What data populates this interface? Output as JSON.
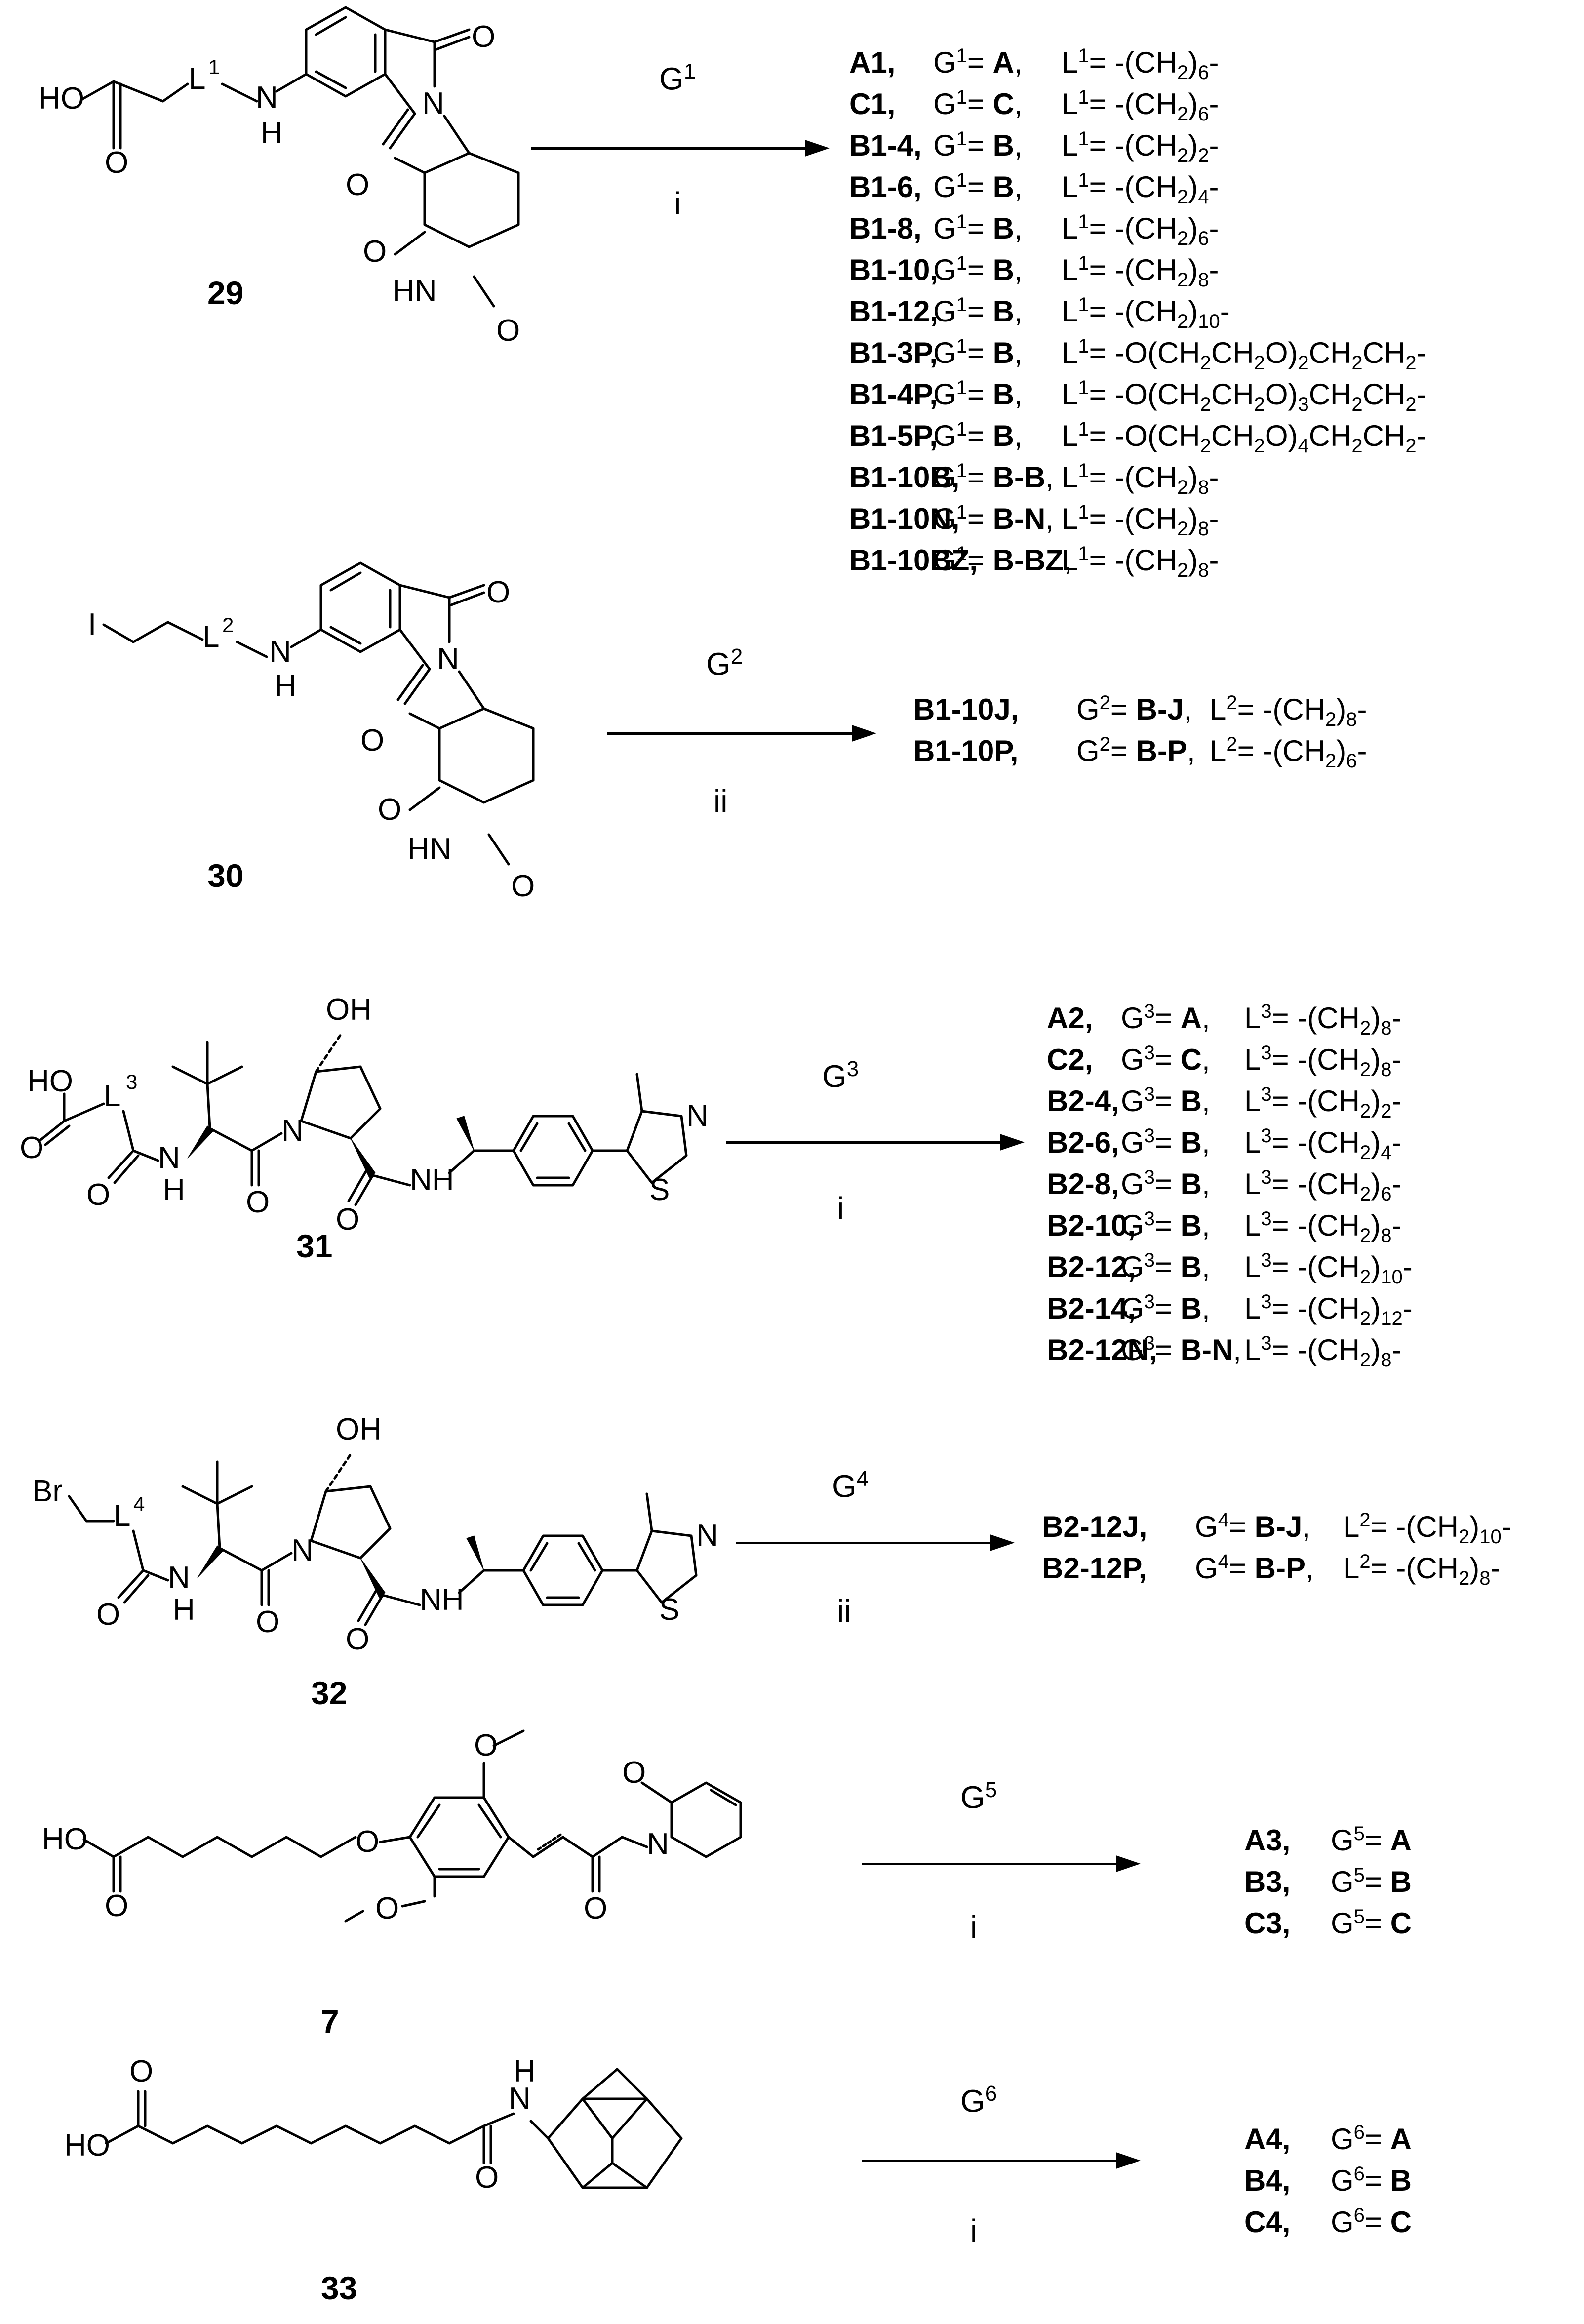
{
  "scheme": {
    "atoms": {
      "HO": "HO",
      "O": "O",
      "N": "N",
      "NH": "NH",
      "HN": "HN",
      "H": "H",
      "OH": "OH",
      "S": "S",
      "I": "I",
      "Br": "Br",
      "L": "L",
      "L1": "1",
      "L2": "2",
      "L3": "3",
      "L4": "4"
    },
    "reactions": [
      {
        "compound": "29",
        "reagent": "G",
        "reagent_sup": "1",
        "conditions": "i",
        "products": [
          {
            "id": "A1",
            "g": "G",
            "gs": "1",
            "gv": "A",
            "l": "L",
            "ls": "1",
            "lv": "-(CH",
            "lsub": "6",
            "lend": ")-"
          },
          {
            "id": "C1",
            "g": "G",
            "gs": "1",
            "gv": "C",
            "l": "L",
            "ls": "1",
            "lv": "-(CH",
            "lsub": "6",
            "lend": ")-"
          },
          {
            "id": "B1-4",
            "g": "G",
            "gs": "1",
            "gv": "B",
            "l": "L",
            "ls": "1",
            "lv": "-(CH",
            "lsub": "2",
            "lend": ")-"
          },
          {
            "id": "B1-6",
            "g": "G",
            "gs": "1",
            "gv": "B",
            "l": "L",
            "ls": "1",
            "lv": "-(CH",
            "lsub": "4",
            "lend": ")-"
          },
          {
            "id": "B1-8",
            "g": "G",
            "gs": "1",
            "gv": "B",
            "l": "L",
            "ls": "1",
            "lv": "-(CH",
            "lsub": "6",
            "lend": ")-"
          },
          {
            "id": "B1-10",
            "g": "G",
            "gs": "1",
            "gv": "B",
            "l": "L",
            "ls": "1",
            "lv": "-(CH",
            "lsub": "8",
            "lend": ")-"
          },
          {
            "id": "B1-12",
            "g": "G",
            "gs": "1",
            "gv": "B",
            "l": "L",
            "ls": "1",
            "lv": "-(CH",
            "lsub": "10",
            "lend": ")-"
          },
          {
            "id": "B1-3P",
            "g": "G",
            "gs": "1",
            "gv": "B",
            "l": "L",
            "ls": "1",
            "lv": "-O(CH2CH2O)2CH2CH2-"
          },
          {
            "id": "B1-4P",
            "g": "G",
            "gs": "1",
            "gv": "B",
            "l": "L",
            "ls": "1",
            "lv": "-O(CH2CH2O)3CH2CH2-"
          },
          {
            "id": "B1-5P",
            "g": "G",
            "gs": "1",
            "gv": "B",
            "l": "L",
            "ls": "1",
            "lv": "-O(CH2CH2O)4CH2CH2-"
          },
          {
            "id": "B1-10B",
            "g": "G",
            "gs": "1",
            "gv": "B-B",
            "l": "L",
            "ls": "1",
            "lv": "-(CH",
            "lsub": "8",
            "lend": ")-"
          },
          {
            "id": "B1-10N",
            "g": "G",
            "gs": "1",
            "gv": "B-N",
            "l": "L",
            "ls": "1",
            "lv": "-(CH",
            "lsub": "8",
            "lend": ")-"
          },
          {
            "id": "B1-10BZ",
            "g": "G",
            "gs": "1",
            "gv": "B-BZ",
            "l": "L",
            "ls": "1",
            "lv": "-(CH",
            "lsub": "8",
            "lend": ")-"
          }
        ]
      },
      {
        "compound": "30",
        "reagent": "G",
        "reagent_sup": "2",
        "conditions": "ii",
        "products": [
          {
            "id": "B1-10J",
            "g": "G",
            "gs": "2",
            "gv": "B-J",
            "l": "L",
            "ls": "2",
            "lv": "-(CH",
            "lsub": "8",
            "lend": ")-"
          },
          {
            "id": "B1-10P",
            "g": "G",
            "gs": "2",
            "gv": "B-P",
            "l": "L",
            "ls": "2",
            "lv": "-(CH",
            "lsub": "6",
            "lend": ")-"
          }
        ]
      },
      {
        "compound": "31",
        "reagent": "G",
        "reagent_sup": "3",
        "conditions": "i",
        "products": [
          {
            "id": "A2",
            "g": "G",
            "gs": "3",
            "gv": "A",
            "l": "L",
            "ls": "3",
            "lv": "-(CH",
            "lsub": "8",
            "lend": ")-"
          },
          {
            "id": "C2",
            "g": "G",
            "gs": "3",
            "gv": "C",
            "l": "L",
            "ls": "3",
            "lv": "-(CH",
            "lsub": "8",
            "lend": ")-"
          },
          {
            "id": "B2-4",
            "g": "G",
            "gs": "3",
            "gv": "B",
            "l": "L",
            "ls": "3",
            "lv": "-(CH",
            "lsub": "2",
            "lend": ")-"
          },
          {
            "id": "B2-6",
            "g": "G",
            "gs": "3",
            "gv": "B",
            "l": "L",
            "ls": "3",
            "lv": "-(CH",
            "lsub": "4",
            "lend": ")-"
          },
          {
            "id": "B2-8",
            "g": "G",
            "gs": "3",
            "gv": "B",
            "l": "L",
            "ls": "3",
            "lv": "-(CH",
            "lsub": "6",
            "lend": ")-"
          },
          {
            "id": "B2-10",
            "g": "G",
            "gs": "3",
            "gv": "B",
            "l": "L",
            "ls": "3",
            "lv": "-(CH",
            "lsub": "8",
            "lend": ")-"
          },
          {
            "id": "B2-12",
            "g": "G",
            "gs": "3",
            "gv": "B",
            "l": "L",
            "ls": "3",
            "lv": "-(CH",
            "lsub": "10",
            "lend": ")-"
          },
          {
            "id": "B2-14",
            "g": "G",
            "gs": "3",
            "gv": "B",
            "l": "L",
            "ls": "3",
            "lv": "-(CH",
            "lsub": "12",
            "lend": ")-"
          },
          {
            "id": "B2-12N",
            "g": "G",
            "gs": "3",
            "gv": "B-N",
            "l": "L",
            "ls": "3",
            "lv": "-(CH",
            "lsub": "8",
            "lend": ")-"
          }
        ]
      },
      {
        "compound": "32",
        "reagent": "G",
        "reagent_sup": "4",
        "conditions": "ii",
        "products": [
          {
            "id": "B2-12J",
            "g": "G",
            "gs": "4",
            "gv": "B-J",
            "l": "L",
            "ls": "2",
            "lv": "-(CH",
            "lsub": "10",
            "lend": ")-"
          },
          {
            "id": "B2-12P",
            "g": "G",
            "gs": "4",
            "gv": "B-P",
            "l": "L",
            "ls": "2",
            "lv": "-(CH",
            "lsub": "8",
            "lend": ")-"
          }
        ]
      },
      {
        "compound": "7",
        "reagent": "G",
        "reagent_sup": "5",
        "conditions": "i",
        "products": [
          {
            "id": "A3",
            "g": "G",
            "gs": "5",
            "gv": "A"
          },
          {
            "id": "B3",
            "g": "G",
            "gs": "5",
            "gv": "B"
          },
          {
            "id": "C3",
            "g": "G",
            "gs": "5",
            "gv": "C"
          }
        ]
      },
      {
        "compound": "33",
        "reagent": "G",
        "reagent_sup": "6",
        "conditions": "i",
        "products": [
          {
            "id": "A4",
            "g": "G",
            "gs": "6",
            "gv": "A"
          },
          {
            "id": "B4",
            "g": "G",
            "gs": "6",
            "gv": "B"
          },
          {
            "id": "C4",
            "g": "G",
            "gs": "6",
            "gv": "C"
          }
        ]
      }
    ]
  }
}
